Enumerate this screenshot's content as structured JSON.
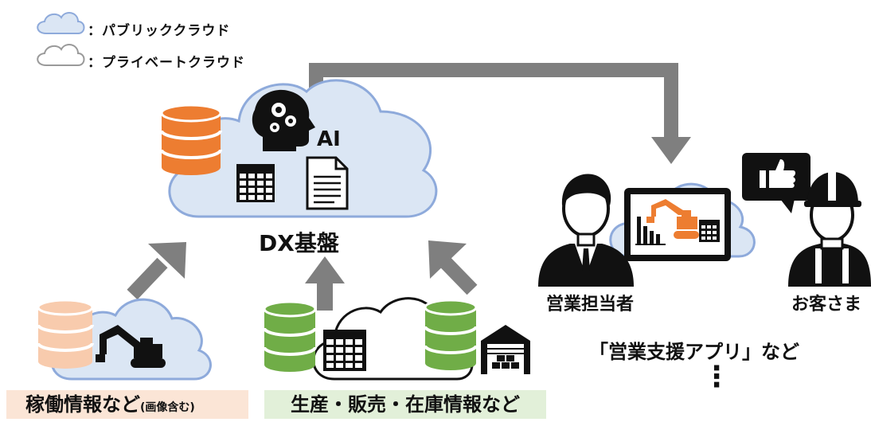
{
  "legend": {
    "public": "：パブリッククラウド",
    "private": "：プライベートクラウド"
  },
  "dx": {
    "ai_label": "AI",
    "title": "DX基盤"
  },
  "sources": {
    "operation": {
      "label": "稼働情報など",
      "sub": "(画像含む)"
    },
    "production": {
      "label": "生産・販売・在庫情報など"
    }
  },
  "users": {
    "sales_rep": "営業担当者",
    "customer": "お客さま"
  },
  "app": {
    "label": "「営業支援アプリ」など",
    "more": "⋮"
  },
  "icons": [
    "cloud-icon",
    "database-icon",
    "ai-head-icon",
    "spreadsheet-icon",
    "document-icon",
    "excavator-icon",
    "warehouse-icon",
    "tablet-icon",
    "thumbs-up-icon",
    "businessman-icon",
    "worker-icon"
  ],
  "colors": {
    "public_cloud_fill": "#dbe6f4",
    "public_cloud_stroke": "#8eaadb",
    "database_orange": "#ed7d31",
    "database_pale": "#f8cbad",
    "database_green": "#70ad47",
    "arrow_gray": "#7f7f7f",
    "label_orange_bg": "#fbe5d6",
    "label_green_bg": "#e2f0d9"
  }
}
